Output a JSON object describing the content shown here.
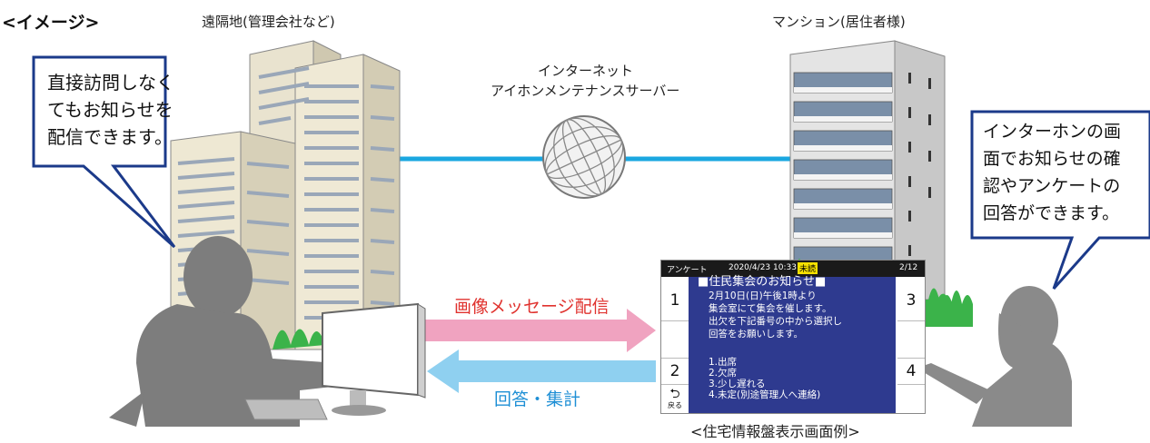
{
  "title": "<イメージ>",
  "labels": {
    "remote": "遠隔地(管理会社など)",
    "mansion": "マンション(居住者様)",
    "internet_line1": "インターネット",
    "internet_line2": "アイホンメンテナンスサーバー",
    "panel_caption": "<住宅情報盤表示画面例>"
  },
  "bubbles": {
    "left": [
      "直接訪問しなく",
      "てもお知らせを",
      "配信できます。"
    ],
    "right": [
      "インターホンの画",
      "面でお知らせの確",
      "認やアンケートの",
      "回答ができます。"
    ]
  },
  "arrows": {
    "send": "画像メッセージ配信",
    "reply": "回答・集計"
  },
  "panel": {
    "category": "アンケート",
    "datetime": "2020/4/23 10:33",
    "unread": "未読",
    "page": "2/12",
    "heading": "■住民集会のお知らせ■",
    "body": "2月10日(日)午後1時より\n集会室にて集会を催します。\n出欠を下記番号の中から選択し\n回答をお願いします。",
    "options": [
      "1.出席",
      "2.欠席",
      "3.少し遅れる",
      "4.未定(別途管理人へ連絡)"
    ],
    "buttons": [
      "1",
      "2",
      "3",
      "4"
    ],
    "back_label": "戻る"
  },
  "colors": {
    "network_line": "#1aa7e0",
    "send_arrow": "#f0a3c0",
    "reply_arrow": "#8fd0f0",
    "screen_bg": "#2e3a8f",
    "bubble_border": "#1b3a8a"
  }
}
